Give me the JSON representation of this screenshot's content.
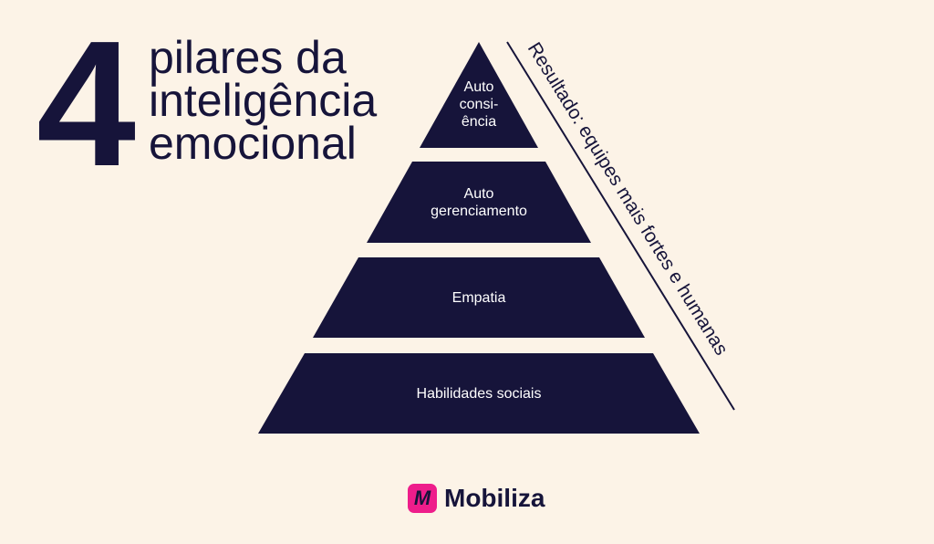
{
  "title": {
    "number": "4",
    "lines": [
      "pilares da",
      "inteligência",
      "emocional"
    ]
  },
  "pyramid": [
    {
      "lines": [
        "Auto",
        "consi-",
        "ência"
      ]
    },
    {
      "lines": [
        "Auto",
        "gerenciamento"
      ]
    },
    {
      "lines": [
        "Empatia"
      ]
    },
    {
      "lines": [
        "Habilidades sociais"
      ]
    }
  ],
  "result_label": "Resultado: equipes mais fortes e humanas",
  "brand": {
    "name": "Mobiliza",
    "mark": "M"
  },
  "colors": {
    "background": "#fcf3e7",
    "navy": "#16143a",
    "brand_pink": "#ee1d8b"
  }
}
